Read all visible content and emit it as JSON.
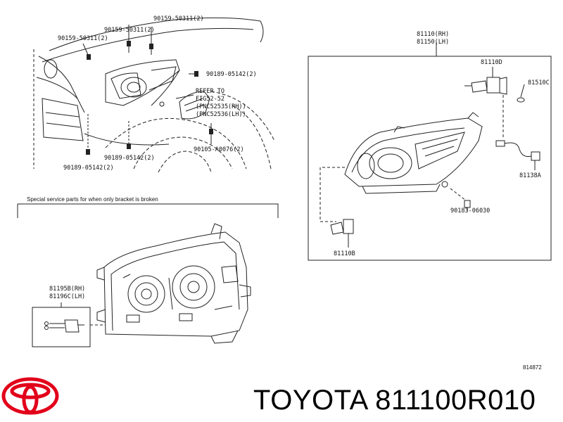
{
  "labels": {
    "p_90159_top": "90159-50311(2)",
    "p_90159_mid": "90159-50311(2)",
    "p_90159_left": "90159-50311(2)",
    "p_90189_right": "90189-05142(2)",
    "p_90189_bottom": "90189-05142(2)",
    "p_90189_left": "90189-05142(2)",
    "p_90105": "90105-A0076(2)",
    "refer_1": "REFER TO",
    "refer_2": "FIG52-52",
    "refer_3": "(PNC52535(RH))",
    "refer_4": "(PNC52536(LH))",
    "p_81110_rh": "81110(RH)",
    "p_81150_lh": "81150(LH)",
    "p_81110d": "81110D",
    "p_81510c": "81510C",
    "p_81138a": "81138A",
    "p_90183": "90183-06030",
    "p_81110b": "81110B",
    "p_81195b": "81195B(RH)",
    "p_81196c": "81196C(LH)"
  },
  "special_note": "Special service parts for when only bracket is broken",
  "diagram_number": "814872",
  "brand": {
    "text": "TOYOTA 811100R010",
    "logo": "toyota-logo-icon",
    "logo_color": "#e2001a"
  }
}
